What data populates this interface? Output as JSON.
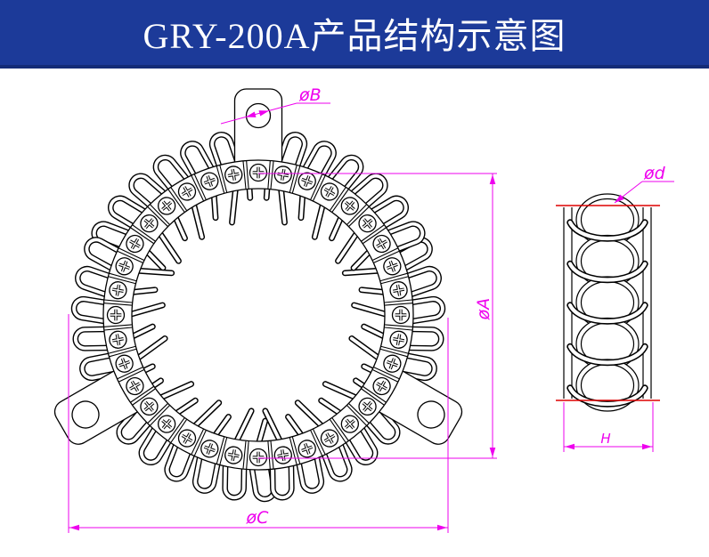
{
  "header": {
    "title": "GRY-200A产品结构示意图"
  },
  "drawing": {
    "colors": {
      "background": "#ffffff",
      "line": "#000000",
      "dimension": "#ee00ee",
      "auxiliary": "#dd0000",
      "header_bg": "#1c3a99",
      "header_text": "#ffffff"
    },
    "front_view": {
      "clamp_segments": 36,
      "wire_loops": 36,
      "mounting_tabs": 3,
      "labels": {
        "dia_a": "øA",
        "dia_b": "øB",
        "dia_c": "øC"
      }
    },
    "side_view": {
      "visible_loops": 5,
      "labels": {
        "dia_d": "ød",
        "height": "H"
      }
    }
  }
}
